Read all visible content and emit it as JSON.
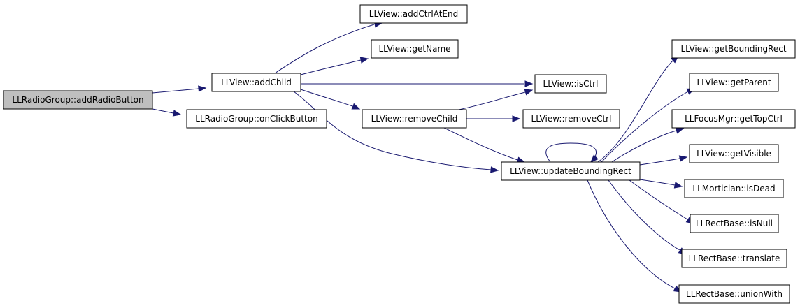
{
  "graph": {
    "colors": {
      "edge": "#191970",
      "root_fill": "#bfbfbf",
      "node_fill": "#ffffff",
      "border": "#000000"
    },
    "nodes": [
      {
        "id": "n0",
        "label": "LLRadioGroup::addRadioButton",
        "root": true
      },
      {
        "id": "n1",
        "label": "LLView::addChild"
      },
      {
        "id": "n2",
        "label": "LLRadioGroup::onClickButton"
      },
      {
        "id": "n3",
        "label": "LLView::addCtrlAtEnd"
      },
      {
        "id": "n4",
        "label": "LLView::getName"
      },
      {
        "id": "n5",
        "label": "LLView::isCtrl"
      },
      {
        "id": "n6",
        "label": "LLView::removeChild"
      },
      {
        "id": "n7",
        "label": "LLView::updateBoundingRect"
      },
      {
        "id": "n8",
        "label": "LLView::removeCtrl"
      },
      {
        "id": "n9",
        "label": "LLView::getBoundingRect"
      },
      {
        "id": "n10",
        "label": "LLView::getParent"
      },
      {
        "id": "n11",
        "label": "LLFocusMgr::getTopCtrl"
      },
      {
        "id": "n12",
        "label": "LLView::getVisible"
      },
      {
        "id": "n13",
        "label": "LLMortician::isDead"
      },
      {
        "id": "n14",
        "label": "LLRectBase::isNull"
      },
      {
        "id": "n15",
        "label": "LLRectBase::translate"
      },
      {
        "id": "n16",
        "label": "LLRectBase::unionWith"
      }
    ],
    "edges": [
      {
        "from": "n0",
        "to": "n1"
      },
      {
        "from": "n0",
        "to": "n2"
      },
      {
        "from": "n1",
        "to": "n3"
      },
      {
        "from": "n1",
        "to": "n4"
      },
      {
        "from": "n1",
        "to": "n5"
      },
      {
        "from": "n1",
        "to": "n6"
      },
      {
        "from": "n1",
        "to": "n7"
      },
      {
        "from": "n6",
        "to": "n5"
      },
      {
        "from": "n6",
        "to": "n8"
      },
      {
        "from": "n6",
        "to": "n7"
      },
      {
        "from": "n7",
        "to": "n7"
      },
      {
        "from": "n7",
        "to": "n9"
      },
      {
        "from": "n7",
        "to": "n10"
      },
      {
        "from": "n7",
        "to": "n11"
      },
      {
        "from": "n7",
        "to": "n12"
      },
      {
        "from": "n7",
        "to": "n13"
      },
      {
        "from": "n7",
        "to": "n14"
      },
      {
        "from": "n7",
        "to": "n15"
      },
      {
        "from": "n7",
        "to": "n16"
      }
    ]
  }
}
